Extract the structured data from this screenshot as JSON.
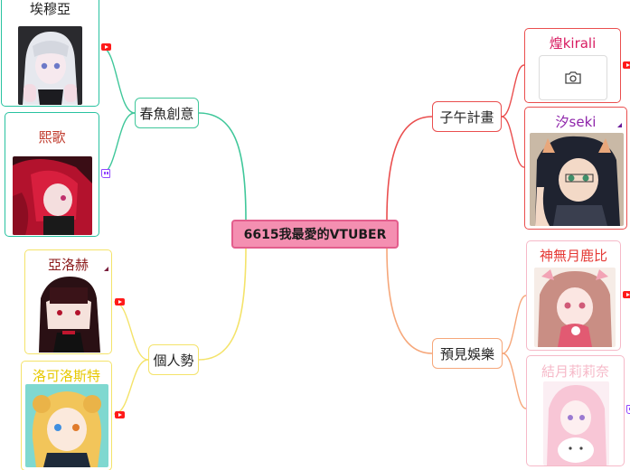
{
  "central": {
    "label": "6615我最愛的VTUBER"
  },
  "branches": {
    "chunyu": {
      "label": "春魚創意"
    },
    "ziwu": {
      "label": "子午計畫"
    },
    "geren": {
      "label": "個人勢"
    },
    "yujian": {
      "label": "預見娛樂"
    }
  },
  "cards": {
    "aimuya": {
      "name": "埃穆亞"
    },
    "xige": {
      "name": "熙歌"
    },
    "yaluohe": {
      "name": "亞洛赫"
    },
    "luokeluosite": {
      "name": "洛可洛斯特"
    },
    "huangkirali": {
      "name": "煌kirali"
    },
    "shaseki": {
      "name": "汐seki"
    },
    "shenwuyue": {
      "name": "神無月鹿比"
    },
    "jieyue": {
      "name": "結月莉莉奈"
    }
  },
  "colors": {
    "green": "#3fc79a",
    "teal_card": "#28c2a0",
    "yellow": "#f4e36a",
    "red": "#ea4e4e",
    "orange": "#f6a77a",
    "pink_card": "#f6b9c8",
    "central_fill": "#f48fb1"
  },
  "icons": {
    "platform_youtube": "youtube-icon",
    "platform_twitch": "twitch-icon",
    "image_placeholder": "camera-icon"
  }
}
